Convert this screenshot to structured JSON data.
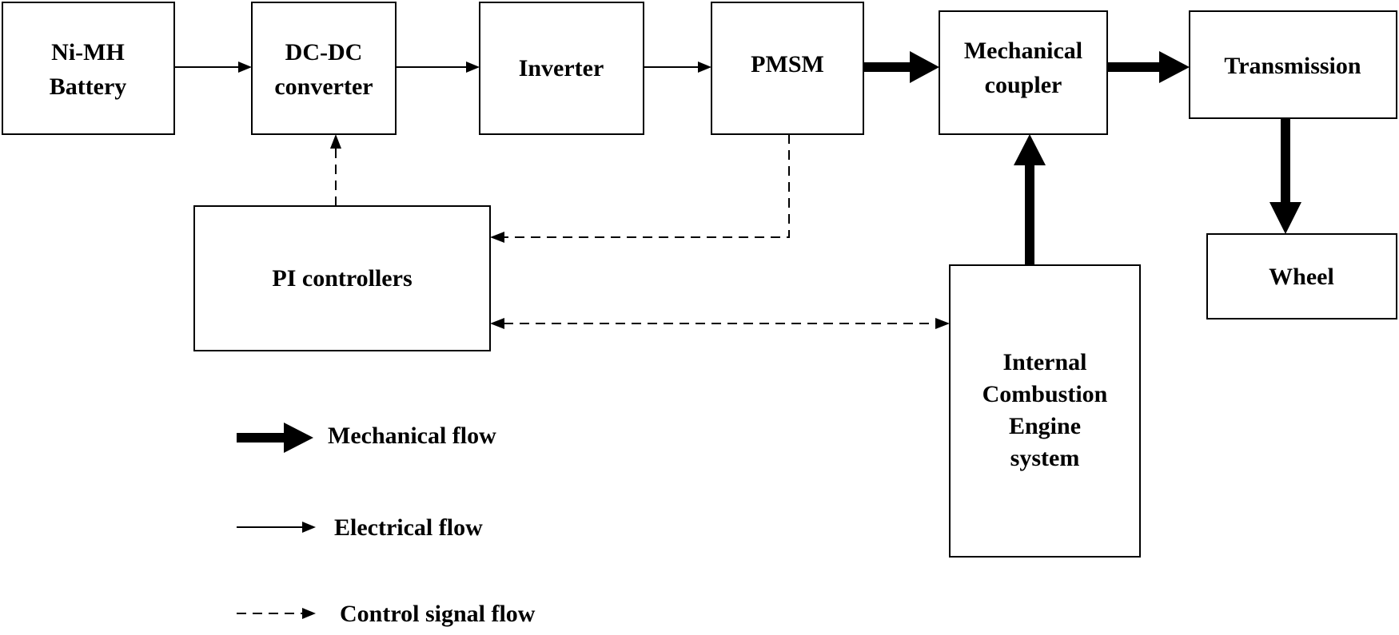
{
  "blocks": {
    "battery": [
      "Ni-MH",
      "Battery"
    ],
    "dcdc": [
      "DC-DC",
      "converter"
    ],
    "inverter": [
      "Inverter"
    ],
    "pmsm": [
      "PMSM"
    ],
    "coupler": [
      "Mechanical",
      "coupler"
    ],
    "transmission": [
      "Transmission"
    ],
    "wheel": [
      "Wheel"
    ],
    "pi": [
      "PI controllers"
    ],
    "ice": [
      "Internal",
      "Combustion",
      "Engine",
      "system"
    ]
  },
  "legend": {
    "mechanical": "Mechanical flow",
    "electrical": "Electrical flow",
    "control": "Control signal flow"
  }
}
